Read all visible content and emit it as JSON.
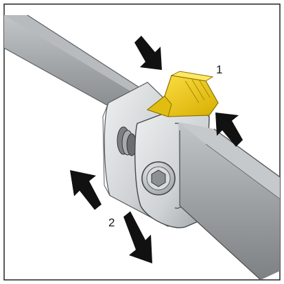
{
  "diagram": {
    "callouts": [
      {
        "id": "step-1",
        "text": "1"
      },
      {
        "id": "step-2",
        "text": "2"
      }
    ],
    "colors": {
      "rail": "#9a9ea1",
      "rail_dark": "#6f7376",
      "rail_light": "#c9cccf",
      "clamp_body": "#d8dbdd",
      "clamp_shadow": "#a8acaf",
      "latch_yellow": "#f3d21a",
      "latch_yellow_dark": "#c9a500",
      "arrow": "#111111",
      "frame": "#222222"
    },
    "icons": [
      "push-arrow",
      "screw-head",
      "spring-coil"
    ]
  }
}
